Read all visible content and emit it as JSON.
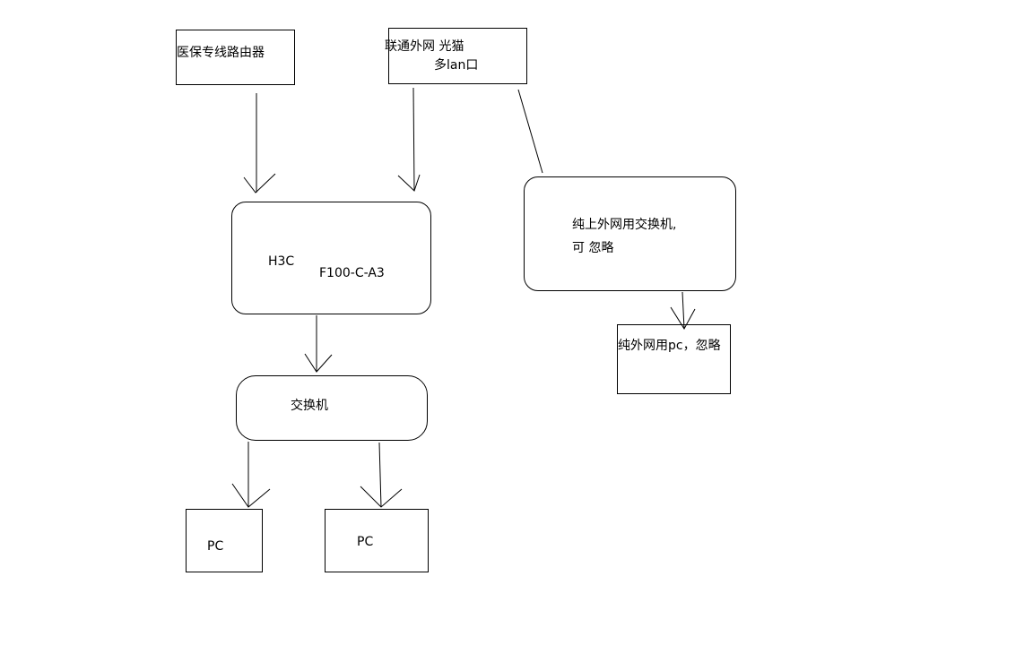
{
  "diagram": {
    "nodes": {
      "medical_router": {
        "label": "医保专线路由器"
      },
      "unicom_modem": {
        "line1": "联通外网  光猫",
        "line2": "多lan口"
      },
      "h3c": {
        "line1": "H3C",
        "line2": "F100-C-A3"
      },
      "switch": {
        "label": "交换机"
      },
      "pc_left": {
        "label": "PC"
      },
      "pc_right": {
        "label": "PC"
      },
      "external_switch": {
        "line1": "纯上外网用交换机,",
        "line2": "可 忽略"
      },
      "external_pc": {
        "label": "纯外网用pc，忽略"
      }
    },
    "edges": [
      {
        "from": "medical_router",
        "to": "h3c",
        "arrow": true
      },
      {
        "from": "unicom_modem",
        "to": "h3c",
        "arrow": true
      },
      {
        "from": "unicom_modem",
        "to": "external_switch",
        "arrow": false
      },
      {
        "from": "h3c",
        "to": "switch",
        "arrow": true
      },
      {
        "from": "switch",
        "to": "pc_left",
        "arrow": true
      },
      {
        "from": "switch",
        "to": "pc_right",
        "arrow": true
      },
      {
        "from": "external_switch",
        "to": "external_pc",
        "arrow": true
      }
    ]
  }
}
